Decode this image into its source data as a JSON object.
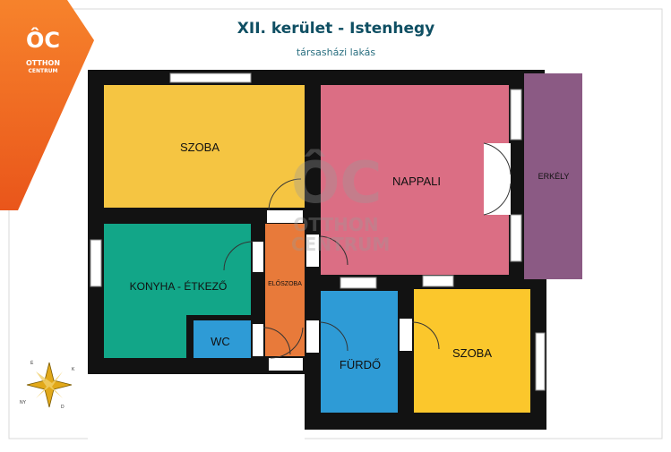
{
  "header": {
    "title": "XII. kerület - Istenhegy",
    "subtitle": "társasházi lakás"
  },
  "logo": {
    "mark": "ÔC",
    "line1": "OTTHON",
    "line2": "CENTRUM"
  },
  "rooms": {
    "szoba1": "SZOBA",
    "nappali": "NAPPALI",
    "erkely": "ERKÉLY",
    "konyha": "KONYHA - ÉTKEZŐ",
    "eloszoba": "ELŐSZOBA",
    "wc": "WC",
    "furdo": "FÜRDŐ",
    "szoba2": "SZOBA"
  },
  "colors": {
    "szoba1": "#f5c542",
    "nappali": "#db6e84",
    "erkely": "#8b5a84",
    "konyha": "#12a688",
    "eloszoba": "#e87a3a",
    "wc": "#2e9bd6",
    "furdo": "#2e9bd6",
    "szoba2": "#fbc72c",
    "wall": "#121212",
    "brand_orange": "#f26a1b"
  },
  "compass": {
    "n": "É",
    "s": "D",
    "e": "K",
    "w": "NY"
  }
}
